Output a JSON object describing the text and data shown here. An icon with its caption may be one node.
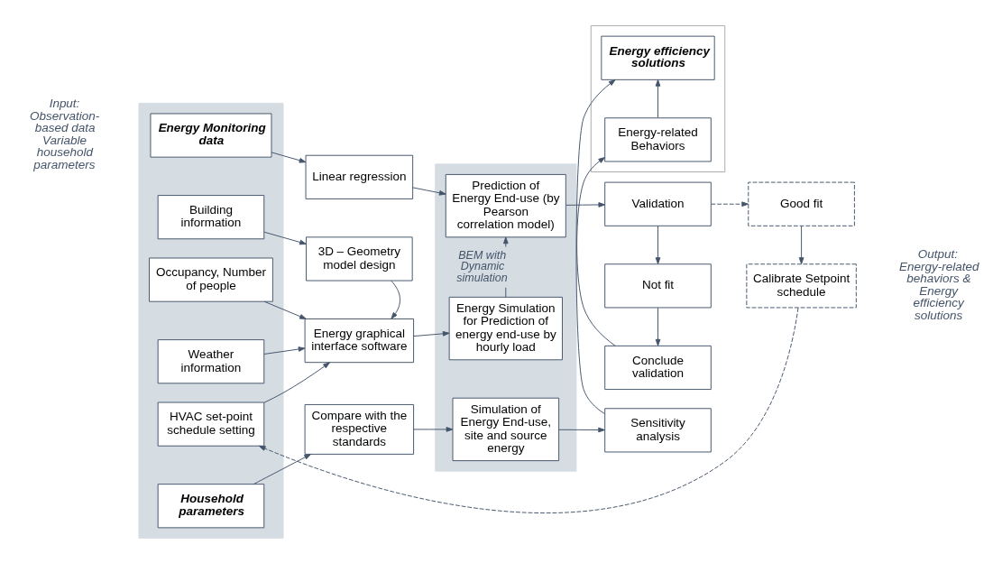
{
  "diagram": {
    "nodes": [
      {
        "text": [],
        "shape": "band"
      },
      {
        "text": [
          "Energy Monitoring data"
        ],
        "in": 0
      },
      {
        "text": [
          "Building information"
        ],
        "in": 0
      },
      {
        "text": [
          "Weather information"
        ],
        "in": 0
      },
      {
        "text": [
          "Occupancy, Number of people"
        ],
        "in": 0
      },
      {
        "text": [
          "HVAC set-point schedule setting"
        ],
        "in": 0
      },
      {
        "text": [
          "Household parameters"
        ],
        "in": 0
      },
      {
        "text": [
          "Linear regression"
        ]
      },
      {
        "text": [
          "3D – Geometry model design"
        ]
      },
      {
        "text": [
          "Energy graphical interface software"
        ]
      },
      {
        "text": [
          "Compare with the respective standards"
        ]
      },
      {
        "text": [],
        "shape": "band"
      },
      {
        "text": [
          "Prediction of Energy End-use (by Pearson correlation model)"
        ],
        "in": 11
      },
      {
        "text": [
          "Energy Simulation for Prediction of energy end-use by hourly load"
        ],
        "in": 11
      },
      {
        "text": [
          "Simulation of Energy End-use, site and source energy"
        ],
        "in": 11
      },
      {
        "text": [
          "Validation"
        ]
      },
      {
        "text": [
          "Not fit"
        ]
      },
      {
        "text": [
          "Good fit"
        ]
      },
      {
        "text": [
          "Conclude validation"
        ]
      },
      {
        "text": [
          "Calibrate Setpoint schedule"
        ]
      },
      {
        "text": [],
        "shape": "box"
      },
      {
        "text": [
          "Energy-related Behaviors"
        ],
        "in": 20
      },
      {
        "text": [
          "Energy efficiency solutions"
        ],
        "in": 20
      },
      {
        "text": [
          "Sensitivity analysis"
        ]
      }
    ],
    "edges": [
      {
        "from": 1,
        "to": 7,
        "arrow": "to"
      },
      {
        "from": 7,
        "to": 12,
        "arrow": "to"
      },
      {
        "from": 12,
        "to": 15,
        "arrow": "to"
      },
      {
        "from": 2,
        "to": 8,
        "arrow": "to"
      },
      {
        "from": 8,
        "to": 9,
        "arrow": "to"
      },
      {
        "from": 3,
        "to": 9,
        "arrow": "to"
      },
      {
        "from": 4,
        "to": 9,
        "arrow": "to"
      },
      {
        "from": 5,
        "to": 9,
        "arrow": "to"
      },
      {
        "from": 9,
        "to": 13,
        "arrow": "to"
      },
      {
        "from": 13,
        "to": 12,
        "arrow": "to",
        "label": "BEM with Dynamic simulation"
      },
      {
        "from": 15,
        "to": 16,
        "arrow": "to"
      },
      {
        "from": 15,
        "to": 17,
        "arrow": "to",
        "style": "dashed"
      },
      {
        "from": 16,
        "to": 18,
        "arrow": "to"
      },
      {
        "from": 17,
        "to": 19,
        "arrow": "to"
      },
      {
        "from": 18,
        "to": 21,
        "arrow": "to"
      },
      {
        "from": 21,
        "to": 22,
        "arrow": "to"
      },
      {
        "from": 19,
        "to": 5,
        "arrow": "to",
        "style": "dashed"
      },
      {
        "from": 6,
        "to": 10,
        "arrow": "to"
      },
      {
        "from": 10,
        "to": 14,
        "arrow": "to"
      },
      {
        "from": 14,
        "to": 23,
        "arrow": "to"
      },
      {
        "from": 23,
        "to": 22,
        "arrow": "to"
      }
    ],
    "labels": [
      "Input: Observation-based data Variable household parameters",
      "Output: Energy-related behaviors & Energy efficiency solutions"
    ]
  }
}
